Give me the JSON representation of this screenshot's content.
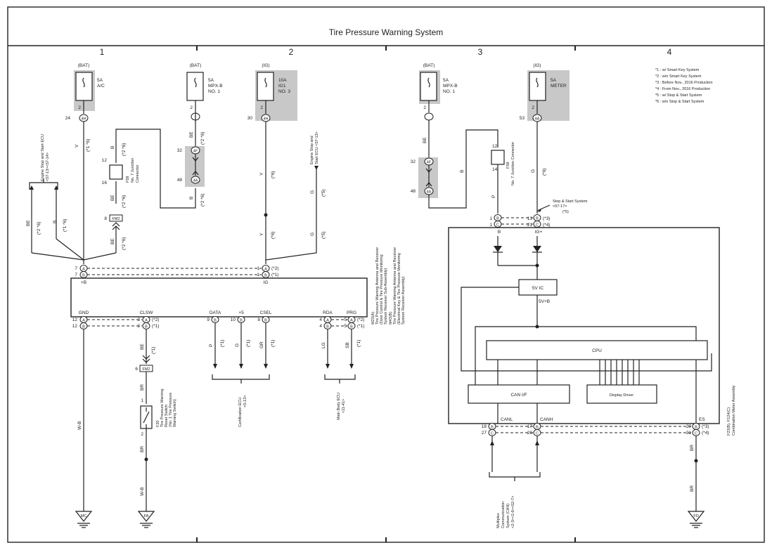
{
  "title": "Tire Pressure Warning System",
  "columns": [
    "1",
    "2",
    "3",
    "4"
  ],
  "legend": [
    "*1 : w/ Smart Key System",
    "*2 : w/o Smart Key System",
    "*3 : Before Nov., 2016 Production",
    "*4 : From Nov., 2016 Production",
    "*5 : w/ Stop & Start System",
    "*6 : w/o Stop & Start System"
  ],
  "fuses": [
    {
      "supply": "(BAT)",
      "rating": "5A",
      "name1": "A/C",
      "name2": ""
    },
    {
      "supply": "(BAT)",
      "rating": "5A",
      "name1": "MPX-B",
      "name2": "NO. 1"
    },
    {
      "supply": "(IG)",
      "rating": "10A",
      "name1": "IG1",
      "name2": "NO. 3"
    },
    {
      "supply": "(BAT)",
      "rating": "5A",
      "name1": "MPX-B",
      "name2": "NO. 1"
    },
    {
      "supply": "(IG)",
      "rating": "5A",
      "name1": "METER",
      "name2": ""
    }
  ],
  "connectors": {
    "c4h_a": "4H",
    "c4h_b": "4H",
    "c4a_a": "4A",
    "c4a_b": "4A",
    "c4f_a": "4F",
    "c4f_b": "4F",
    "c4a_c": "4A",
    "c4a_d": "4A",
    "fm2": "FM2",
    "fm2_b": "FM2"
  },
  "pins": {
    "p24": "24",
    "p2a": "2",
    "p2b": "2",
    "p2c": "2",
    "p30": "30",
    "p2d": "2",
    "p53": "53",
    "p2e": "2",
    "p2f": "2",
    "p32a": "32",
    "p48a": "48",
    "p32b": "32",
    "p48b": "48",
    "p12a": "12",
    "p16": "16",
    "p8": "8",
    "p12b": "12",
    "p14": "14",
    "p6": "6",
    "p1sw": "1",
    "p2sw": "2"
  },
  "wires": {
    "v": "V",
    "be1": "BE",
    "b1": "B",
    "be2": "BE",
    "b2": "B",
    "be3": "BE",
    "b3": "B",
    "y1": "Y",
    "y2": "Y",
    "g1": "G",
    "g2": "G",
    "be4": "BE",
    "b4": "B",
    "p1": "P",
    "g3": "G",
    "be5": "BE",
    "p2": "P",
    "g4": "G",
    "gr": "GR",
    "lg": "LG",
    "sb": "SB",
    "wb1": "W-B",
    "br1": "BR",
    "br2": "BR",
    "wb2": "W-B",
    "br3": "BR",
    "br4": "BR",
    "be6": "BE"
  },
  "notes": {
    "n1_6": "(*1 *6)",
    "n2_6": "(*2 *6)",
    "n2_6b": "(*2 *6)",
    "n1_6b": "(*1 *6)",
    "n2_6c": "(*2 *6)",
    "n2_6d": "(*2 *6)",
    "n2_6e": "(*2 *6)",
    "n6": "(*6)",
    "n6b": "(*6)",
    "n5": "(*5)",
    "n5b": "(*5)",
    "n6c": "(*6)",
    "n1": "(*1)",
    "n1b": "(*1)",
    "n1c": "(*1)",
    "n1d": "(*1)",
    "n1e": "(*1)",
    "n2": "(*2)",
    "n1f": "(*1)",
    "n2b": "(*2)",
    "n2c": "(*2)",
    "n1g": "(*1)",
    "n1h": "(*1)",
    "n2d": "(*2)",
    "n1i": "(*1)",
    "n3": "(*3)",
    "n4": "(*4)",
    "n3b": "(*3)",
    "n4b": "(*4)",
    "n5c": "(*5)"
  },
  "junction1": {
    "name": "F58",
    "desc1": "No. 7 Junction",
    "desc2": "Connector"
  },
  "junction2": {
    "name": "F58",
    "desc": "No. 7 Junction Connector"
  },
  "ecu_ref1": {
    "l1": "Engine Stop and Start ECU",
    "l2": "<57-13><57-14>"
  },
  "ecu_ref2": {
    "l1": "Engine Stop and",
    "l2": "Start ECU <57-13>"
  },
  "stopstart": {
    "l1": "Stop & Start System",
    "l2": "<57-17>"
  },
  "receiver": {
    "pins": {
      "B_pin": "+B",
      "IG_pin": "IG",
      "GND": "GND",
      "CLSW": "CLSW",
      "DATA": "DATA",
      "PLUS5": "+5",
      "CSEL": "CSEL",
      "RDA": "RDA",
      "PRG": "PRG"
    },
    "pin_nums": {
      "b7a": "7",
      "b7b": "7",
      "ig1a": "1",
      "ig1b": "1",
      "g12a": "12",
      "g12b": "12",
      "c3a": "3",
      "c3b": "3",
      "d9": "9",
      "f10": "10",
      "cs8": "8",
      "r4a": "4",
      "r4b": "4",
      "pr5a": "5",
      "pr5b": "5"
    },
    "conn_a": "A",
    "conn_b": "B",
    "desc1": "M23(A)",
    "desc2": "Tire Pressure Warning Antenna and Receiver",
    "desc3": "(Door Control & Tire Pressure Monitoring",
    "desc4": "System Receiver Sub-Assembly)",
    "desc5": "M43(B)",
    "desc6": "Tire Pressure Warning Antenna and Receiver",
    "desc7": "(Electrical Key & Tire Pressure Monitoring",
    "desc8": "System Receiver Assembly)"
  },
  "cert_ecu": {
    "l1": "Certification ECU",
    "l2": "<5-13>"
  },
  "body_ecu": {
    "l1": "Main Body ECU",
    "l2": "<11-41>"
  },
  "switch": {
    "name": "F20",
    "l1": "Tire Pressure Warning",
    "l2": "Reset Switch",
    "l3": "(No. 1 Tire Pressure",
    "l4": "Warning Switch)"
  },
  "meter": {
    "pin_B": "B",
    "pin_IG": "IG+",
    "v5ic": "5V IC",
    "v5b": "5V+B",
    "cpu": "CPU",
    "canif": "CAN I/F",
    "display": "Display Driver",
    "canl": "CANL",
    "canh": "CANH",
    "es": "ES",
    "pins": {
      "b1a": "1",
      "b1b": "1",
      "ig13": "13",
      "ig21": "21",
      "l18": "18",
      "l27": "27",
      "h17": "17",
      "h28": "28",
      "e20": "20",
      "e31": "31"
    },
    "conn_b": "B",
    "conn_c": "C",
    "desc1": "F23(B), F124(C)",
    "desc2": "Combination Meter Assembly"
  },
  "can_ref": {
    "l1": "Multiplex",
    "l2": "Communication",
    "l3": "System (CAN)",
    "l4": "<2-3><2-6><52-7>"
  },
  "grounds": [
    "MC",
    "FA",
    "FD"
  ]
}
